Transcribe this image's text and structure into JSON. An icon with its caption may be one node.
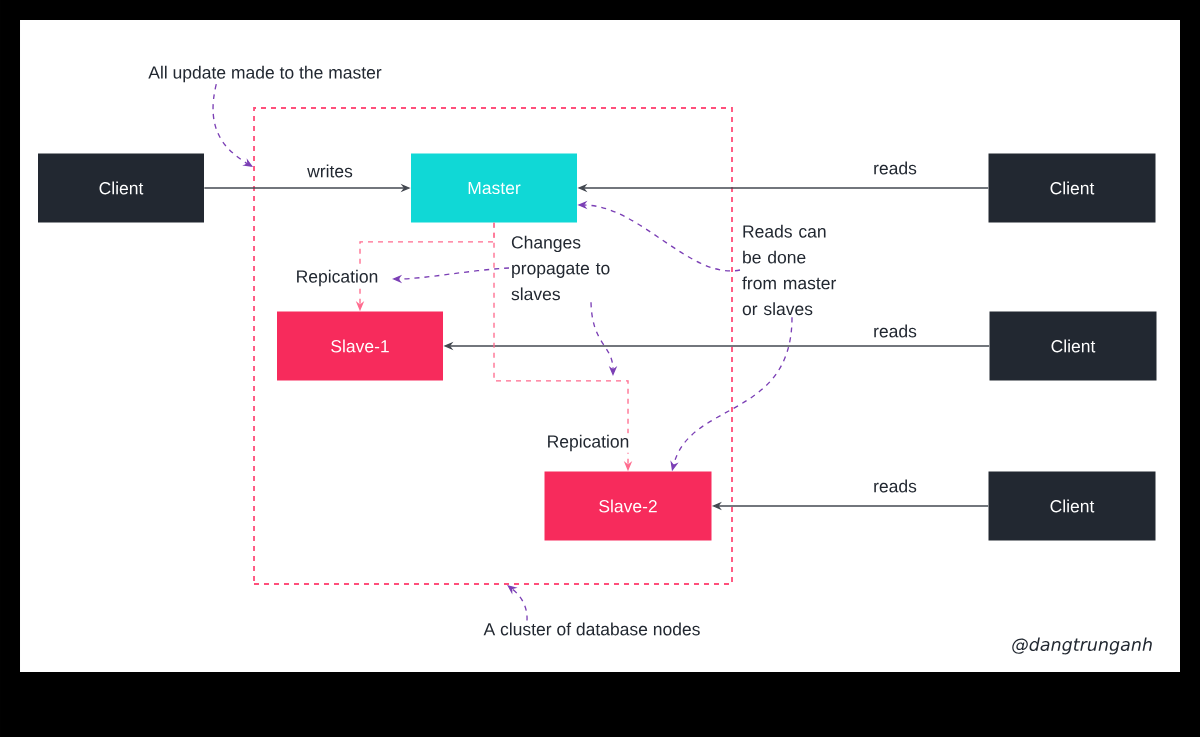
{
  "diagram": {
    "nodes": [
      {
        "text": [
          "Client"
        ]
      },
      {
        "text": [],
        "shape": "box"
      },
      {
        "text": [
          "Master"
        ],
        "in": 1
      },
      {
        "text": [
          "Slave-1"
        ],
        "in": 1
      },
      {
        "text": [
          "Slave-2"
        ],
        "in": 1
      },
      {
        "text": [
          "Client"
        ]
      },
      {
        "text": [
          "Client"
        ]
      },
      {
        "text": [
          "Client"
        ]
      },
      {
        "text": [
          "All update made to the master"
        ]
      },
      {
        "text": [
          "Changes propagate to slaves"
        ],
        "in": 1
      },
      {
        "text": [
          "Reads can be done from master or slaves"
        ]
      },
      {
        "text": [
          "A cluster of database nodes"
        ]
      }
    ],
    "edges": [
      {
        "from": 0,
        "to": 2,
        "arrow": "to",
        "label": "writes",
        "color": "#434850"
      },
      {
        "from": 5,
        "to": 2,
        "arrow": "to",
        "label": "reads",
        "color": "#434850"
      },
      {
        "from": 6,
        "to": 3,
        "arrow": "to",
        "label": "reads",
        "color": "#434850"
      },
      {
        "from": 7,
        "to": 4,
        "arrow": "to",
        "label": "reads",
        "color": "#434850"
      },
      {
        "from": 2,
        "to": 3,
        "arrow": "to",
        "label": "Repication",
        "style": "dashed",
        "color": "#ff6b8e"
      },
      {
        "from": 2,
        "to": 4,
        "arrow": "to",
        "label": "Repication",
        "style": "dashed",
        "color": "#ff6b8e"
      },
      {
        "from": 8,
        "to": 1,
        "arrow": "to",
        "style": "dashed",
        "color": "#7b3fb5"
      },
      {
        "from": 9,
        "to": null,
        "arrow": "to",
        "style": "dashed",
        "color": "#7b3fb5"
      },
      {
        "from": 9,
        "to": null,
        "arrow": "to",
        "style": "dashed",
        "color": "#7b3fb5"
      },
      {
        "from": 10,
        "to": 2,
        "arrow": "to",
        "style": "dashed",
        "color": "#7b3fb5"
      },
      {
        "from": 10,
        "to": 4,
        "arrow": "to",
        "style": "dashed",
        "color": "#7b3fb5"
      },
      {
        "from": 11,
        "to": 1,
        "arrow": "to",
        "style": "dashed",
        "color": "#7b3fb5"
      }
    ],
    "labels": [
      "@dangtrunganh"
    ]
  }
}
